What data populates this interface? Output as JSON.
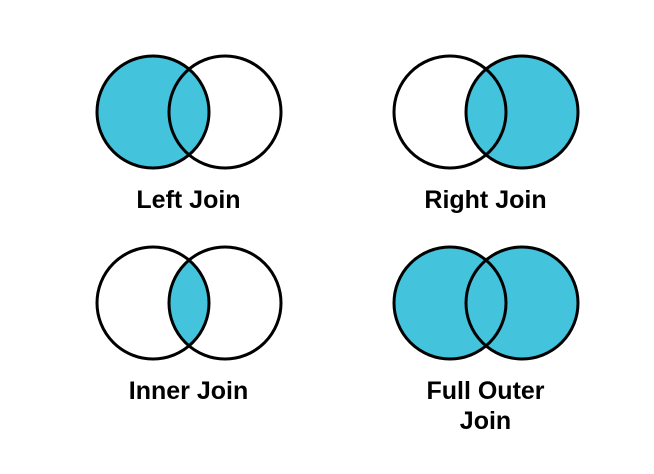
{
  "colors": {
    "accent": "#44C3DC",
    "outline": "#000000",
    "text": "#000000",
    "background": "#ffffff"
  },
  "diagrams": [
    {
      "label": "Left Join",
      "mode": "left"
    },
    {
      "label": "Right Join",
      "mode": "right"
    },
    {
      "label": "Inner Join",
      "mode": "inner"
    },
    {
      "label": "Full Outer Join",
      "mode": "full"
    }
  ]
}
